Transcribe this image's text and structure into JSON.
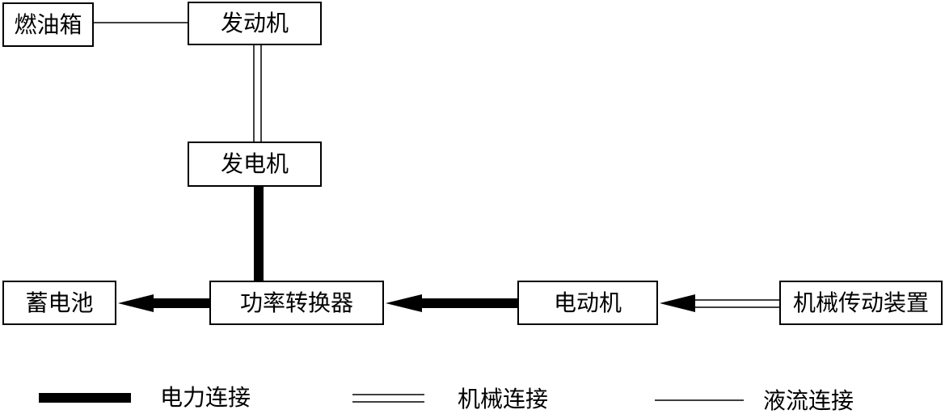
{
  "nodes": {
    "fuel_tank": "燃油箱",
    "engine": "发动机",
    "generator": "发电机",
    "battery": "蓄电池",
    "power_converter": "功率转换器",
    "electric_motor": "电动机",
    "mechanical_transmission": "机械传动装置"
  },
  "legend": {
    "electrical": "电力连接",
    "mechanical": "机械连接",
    "fluid": "液流连接"
  }
}
